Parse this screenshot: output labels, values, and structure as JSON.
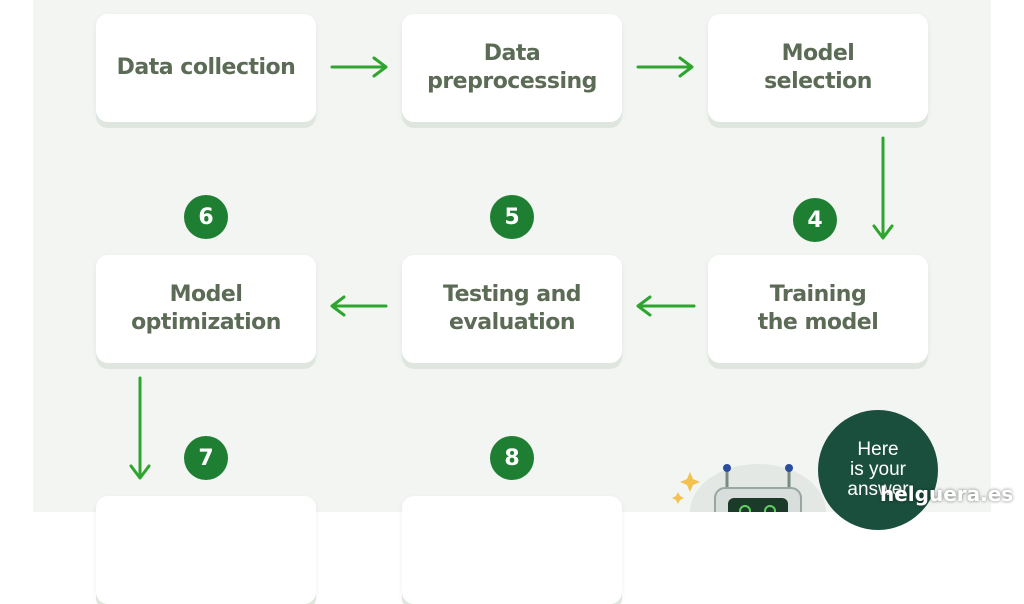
{
  "steps": [
    {
      "label": "Data collection"
    },
    {
      "label": "Data\npreprocessing"
    },
    {
      "label": "Model\nselection"
    },
    {
      "label": "Training\nthe model",
      "number": "4"
    },
    {
      "label": "Testing and\nevaluation",
      "number": "5"
    },
    {
      "label": "Model\noptimization",
      "number": "6"
    },
    {
      "label": "",
      "number": "7"
    },
    {
      "label": "",
      "number": "8"
    }
  ],
  "bubble": {
    "line1": "Here",
    "line2": "is your",
    "line3": "answer"
  },
  "watermark": "helguera.es",
  "colors": {
    "panel": "#f2f5f2",
    "box_text": "#5b6b55",
    "arrow": "#2ea52e",
    "badge": "#1e7f33",
    "bubble": "#1b4f3d"
  },
  "icons": [
    "sparkle-icon",
    "robot-icon"
  ]
}
